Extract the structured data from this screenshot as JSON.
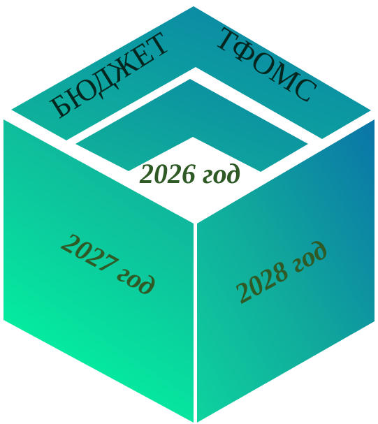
{
  "labels": {
    "budget": "БЮДЖЕТ",
    "tfoms": "ТФОМС",
    "year_2026": "2026 год",
    "year_2027": "2027 год",
    "year_2028": "2028 год"
  },
  "colors": {
    "gradient_light": "#00f9a0",
    "gradient_mid": "#0ab79c",
    "gradient_dark": "#0976a8",
    "label_dark": "#05251f",
    "year_text": "#2f5a26",
    "background": "#ffffff"
  }
}
